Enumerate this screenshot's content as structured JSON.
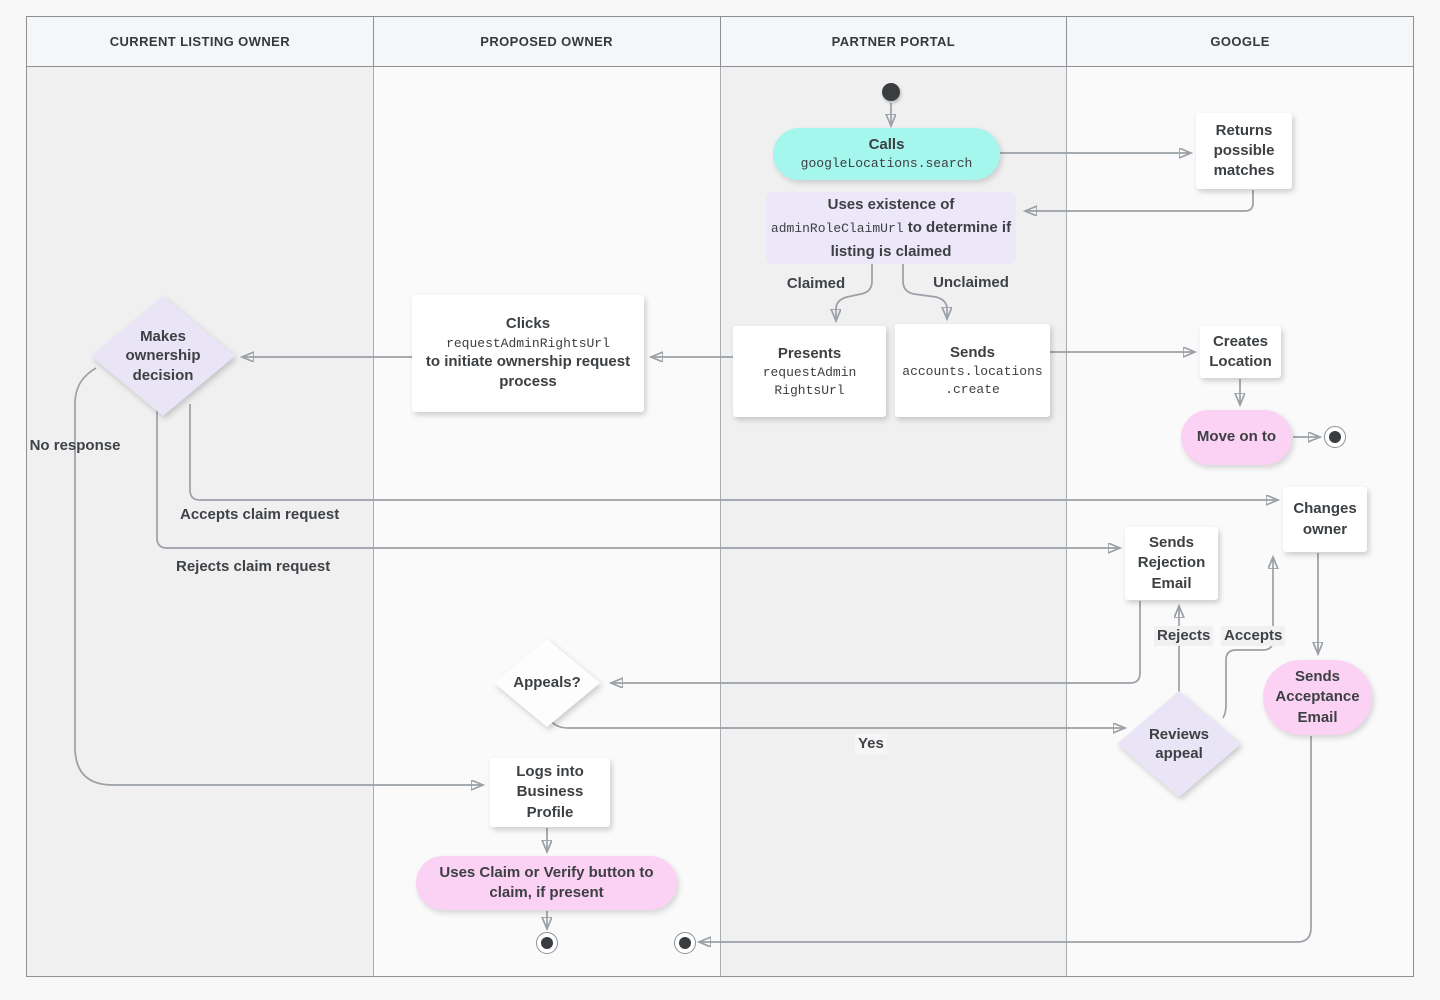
{
  "lanes": [
    {
      "label": "CURRENT LISTING OWNER"
    },
    {
      "label": "PROPOSED OWNER"
    },
    {
      "label": "PARTNER PORTAL"
    },
    {
      "label": "GOOGLE"
    }
  ],
  "nodes": {
    "calls": {
      "title": "Calls",
      "code": "googleLocations.search"
    },
    "returns_matches": {
      "label": "Returns possible matches"
    },
    "uses_existence": {
      "pre": "Uses existence of",
      "code": "adminRoleClaimUrl",
      "post": "to determine if listing is claimed"
    },
    "presents": {
      "title": "Presents",
      "code_lines": [
        "requestAdmin",
        "RightsUrl"
      ]
    },
    "sends_create": {
      "title": "Sends",
      "code_lines": [
        "accounts.locations",
        ".create"
      ]
    },
    "clicks": {
      "title": "Clicks",
      "code": "requestAdminRightsUrl",
      "post": "to initiate ownership request process"
    },
    "makes_decision": {
      "label": "Makes ownership decision"
    },
    "creates_location": {
      "label": "Creates Location"
    },
    "move_on": {
      "label": "Move on to"
    },
    "changes_owner": {
      "label": "Changes owner"
    },
    "sends_rejection": {
      "label": "Sends Rejection Email"
    },
    "appeals": {
      "label": "Appeals?"
    },
    "reviews_appeal": {
      "label": "Reviews appeal"
    },
    "sends_acceptance": {
      "label": "Sends Acceptance Email"
    },
    "logs_in": {
      "label": "Logs into Business Profile"
    },
    "uses_claim": {
      "label": "Uses Claim or Verify button to claim, if present"
    }
  },
  "edge_labels": {
    "claimed": "Claimed",
    "unclaimed": "Unclaimed",
    "no_response": "No response",
    "accepts_claim": "Accepts claim request",
    "rejects_claim": "Rejects claim request",
    "rejects": "Rejects",
    "accepts": "Accepts",
    "yes": "Yes"
  },
  "colors": {
    "teal": "#a5f6ec",
    "lavender": "#ece8f9",
    "pink": "#fbd2f3",
    "node_white": "#ffffff",
    "line": "#9aa0a6",
    "arrowhead": "#6e7276",
    "text": "#3d4043",
    "lane_dark": "#f0f0f1",
    "lane_light": "#fafafa"
  }
}
